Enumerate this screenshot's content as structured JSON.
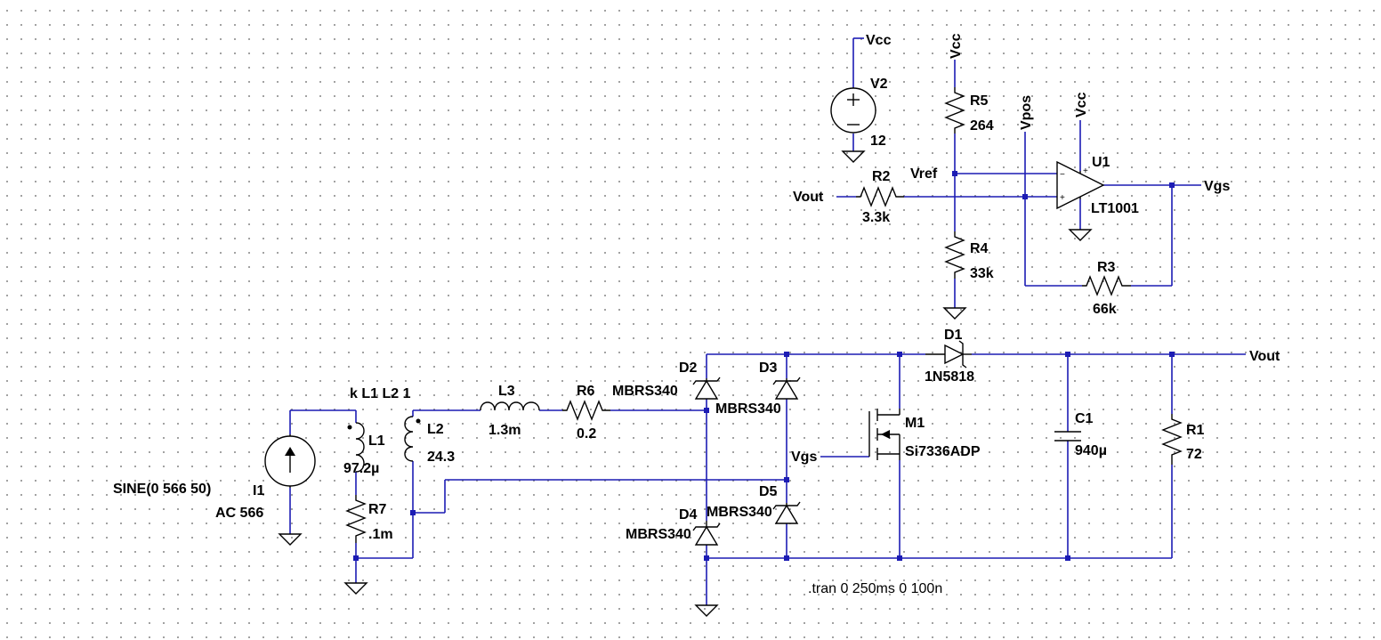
{
  "colors": {
    "wire": "#1c1cb4",
    "symbol": "#000000",
    "background": "#ffffff",
    "grid_dots": "#8a8a8a"
  },
  "schematic": {
    "components": {
      "V2": {
        "name": "V2",
        "value": "12"
      },
      "R5": {
        "name": "R5",
        "value": "264"
      },
      "R2": {
        "name": "R2",
        "value": "3.3k"
      },
      "R4": {
        "name": "R4",
        "value": "33k"
      },
      "R3": {
        "name": "R3",
        "value": "66k"
      },
      "U1": {
        "name": "U1",
        "value": "LT1001"
      },
      "D1": {
        "name": "D1",
        "value": "1N5818"
      },
      "D2": {
        "name": "D2",
        "value": "MBRS340"
      },
      "D3": {
        "name": "D3",
        "value": "MBRS340"
      },
      "D4": {
        "name": "D4",
        "value": "MBRS340"
      },
      "D5": {
        "name": "D5",
        "value": "MBRS340"
      },
      "L1": {
        "name": "L1",
        "value": "97.2µ"
      },
      "L2": {
        "name": "L2",
        "value": "24.3"
      },
      "L3": {
        "name": "L3",
        "value": "1.3m"
      },
      "R6": {
        "name": "R6",
        "value": "0.2"
      },
      "R7": {
        "name": "R7",
        "value": ".1m"
      },
      "M1": {
        "name": "M1",
        "value": "Si7336ADP"
      },
      "C1": {
        "name": "C1",
        "value": "940µ"
      },
      "R1": {
        "name": "R1",
        "value": "72"
      },
      "I1": {
        "name": "I1",
        "value_line1": "SINE(0 566 50)",
        "value_line2": "AC 566"
      }
    },
    "net_labels": {
      "vcc_v2": "Vcc",
      "vcc_r5": "Vcc",
      "vcc_u1": "Vcc",
      "vpos": "Vpos",
      "vref": "Vref",
      "vout_in": "Vout",
      "vout_out": "Vout",
      "vgs_out": "Vgs",
      "vgs_gate": "Vgs"
    },
    "directives": {
      "coupling": "k L1 L2 1",
      "tran": ".tran 0 250ms 0 100n"
    },
    "opamp_pins": {
      "plus": "+",
      "minus": "−"
    }
  }
}
